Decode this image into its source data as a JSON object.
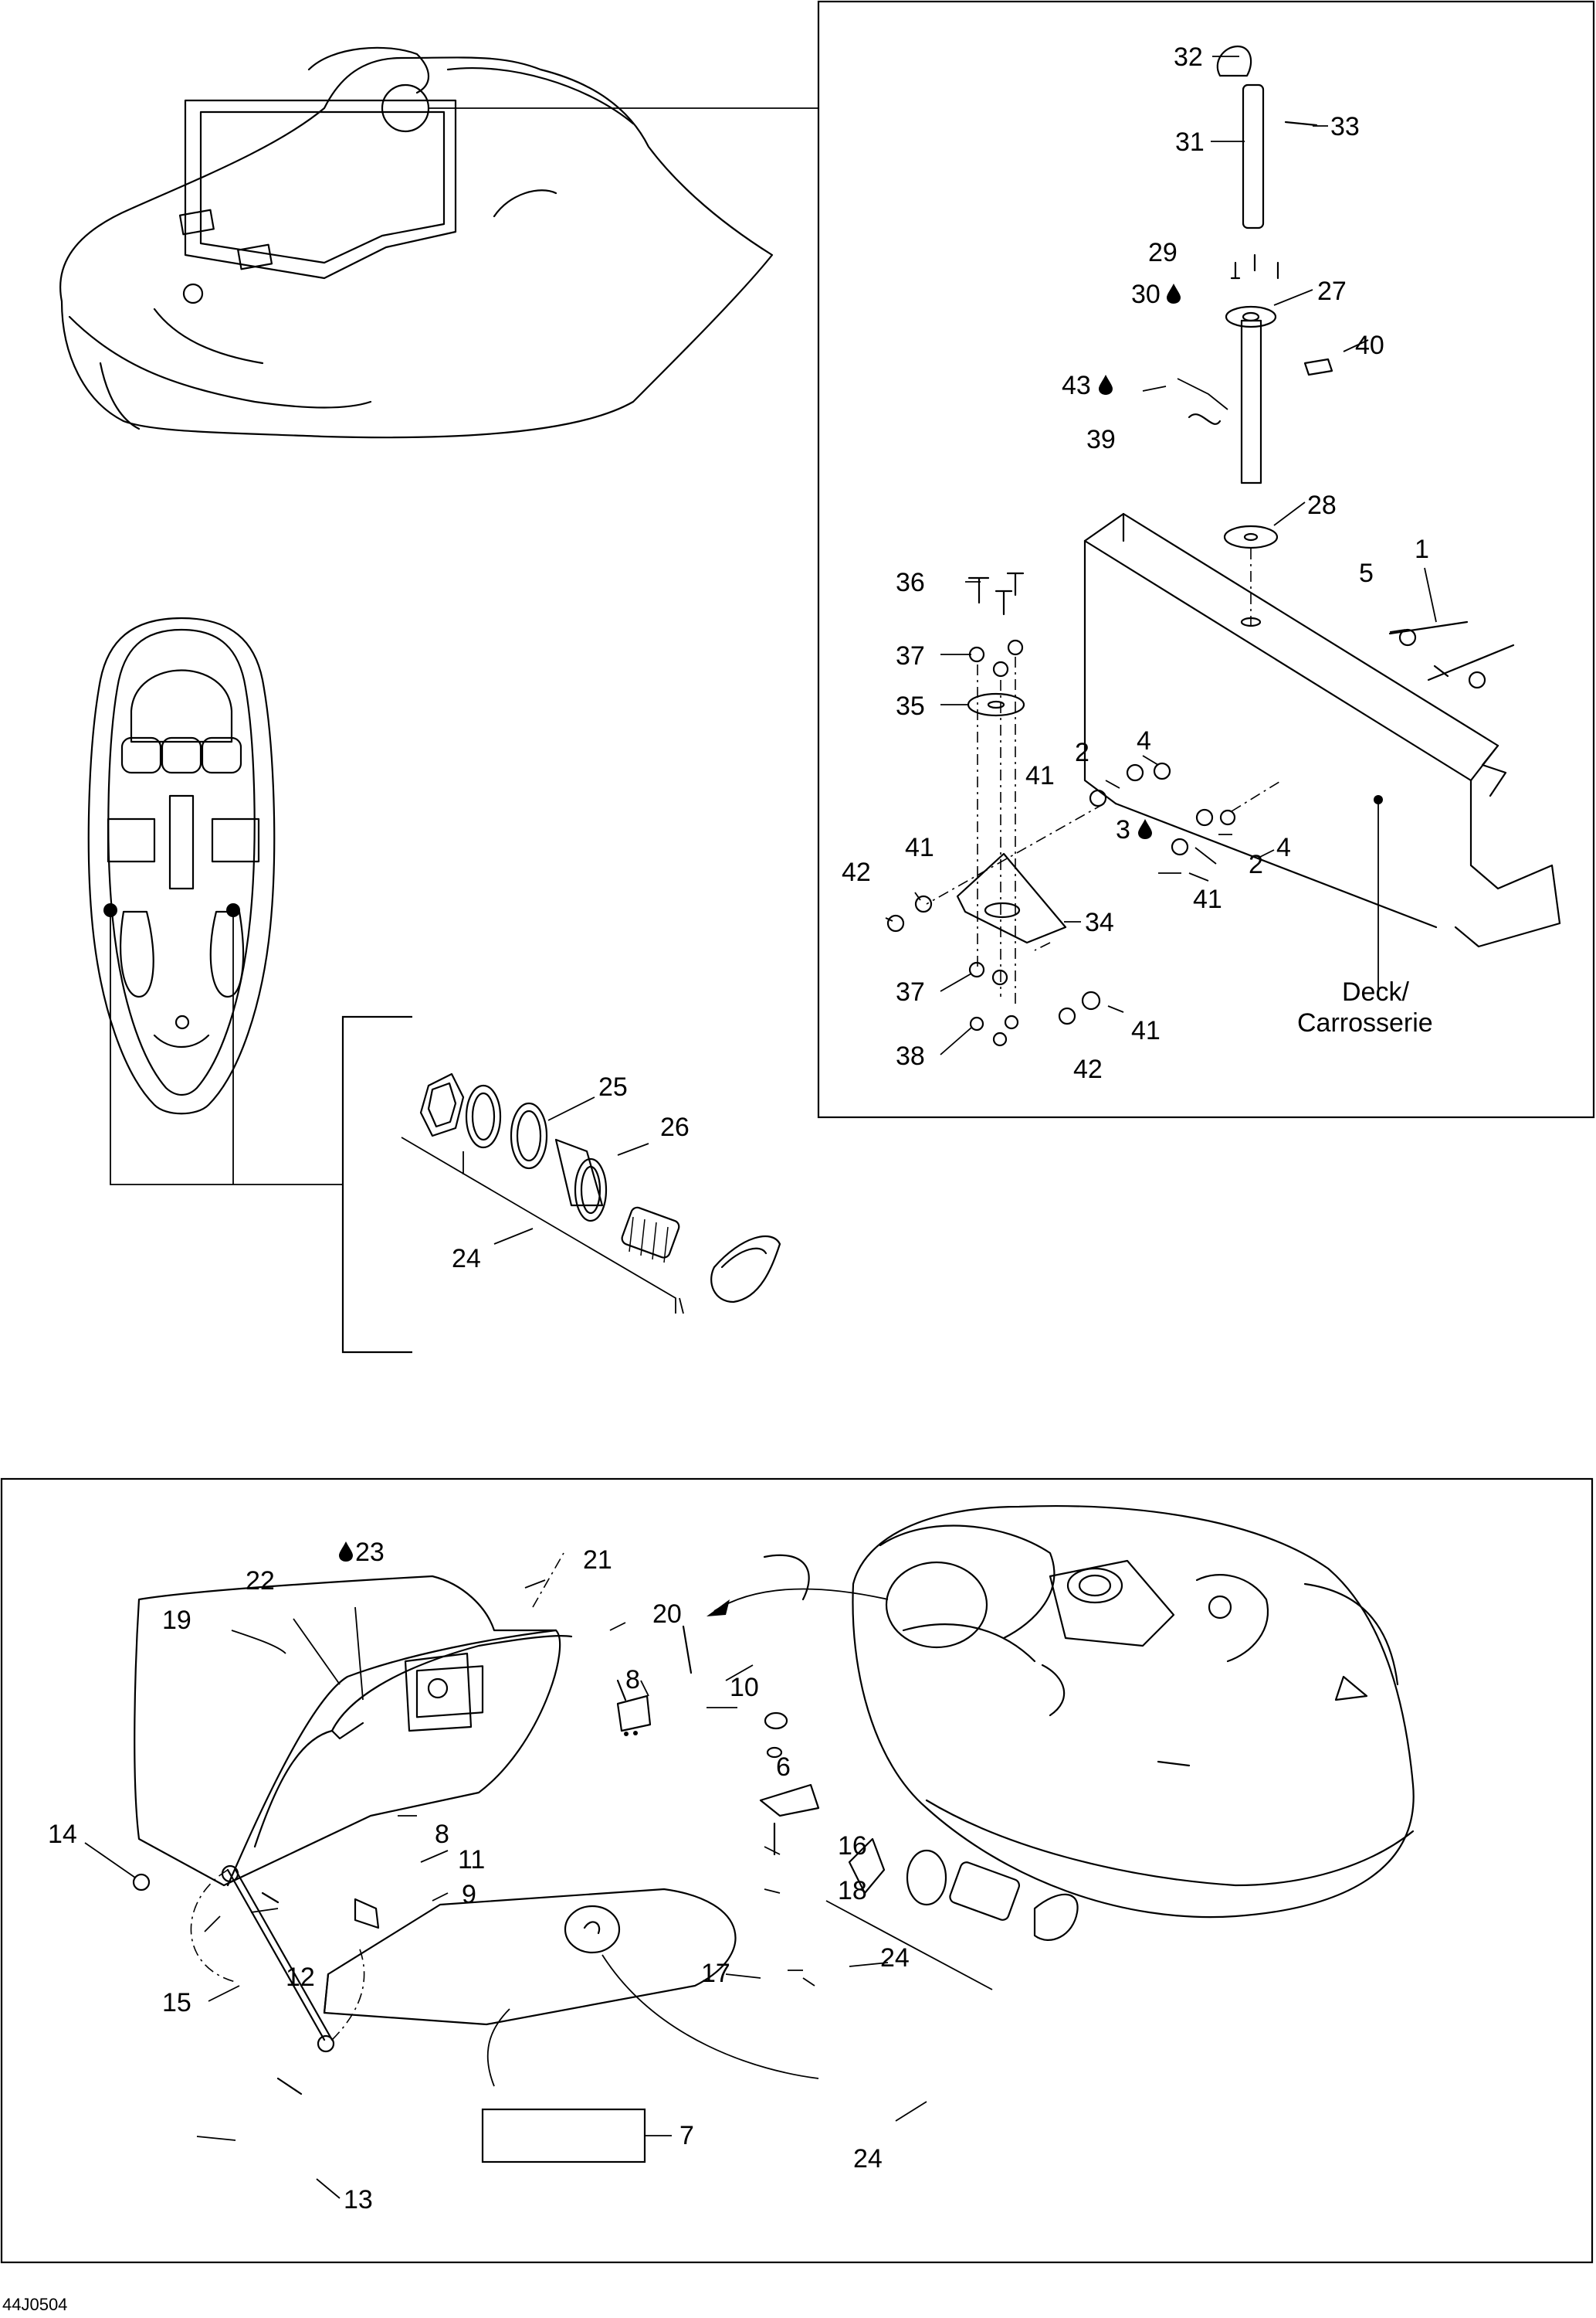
{
  "diagram_code": "44J0504",
  "deck_label_line1": "Deck/",
  "deck_label_line2": "Carrosserie",
  "drop_icon_name": "oil-drop-icon",
  "callouts": {
    "c1": "1",
    "c2a": "2",
    "c2b": "2",
    "c3": "3",
    "c4a": "4",
    "c4b": "4",
    "c5": "5",
    "c6": "6",
    "c7": "7",
    "c8a": "8",
    "c8b": "8",
    "c9": "9",
    "c10": "10",
    "c11": "11",
    "c12": "12",
    "c13": "13",
    "c14": "14",
    "c15": "15",
    "c16": "16",
    "c17": "17",
    "c18": "18",
    "c19": "19",
    "c20": "20",
    "c21": "21",
    "c22": "22",
    "c23": "23",
    "c24a": "24",
    "c24b": "24",
    "c24c": "24",
    "c25": "25",
    "c26": "26",
    "c27": "27",
    "c28": "28",
    "c29": "29",
    "c30": "30",
    "c31": "31",
    "c32": "32",
    "c33": "33",
    "c34": "34",
    "c35": "35",
    "c36": "36",
    "c37a": "37",
    "c37b": "37",
    "c38": "38",
    "c39": "39",
    "c40": "40",
    "c41a": "41",
    "c41b": "41",
    "c41c": "41",
    "c41d": "41",
    "c42a": "42",
    "c42b": "42",
    "c43": "43"
  }
}
